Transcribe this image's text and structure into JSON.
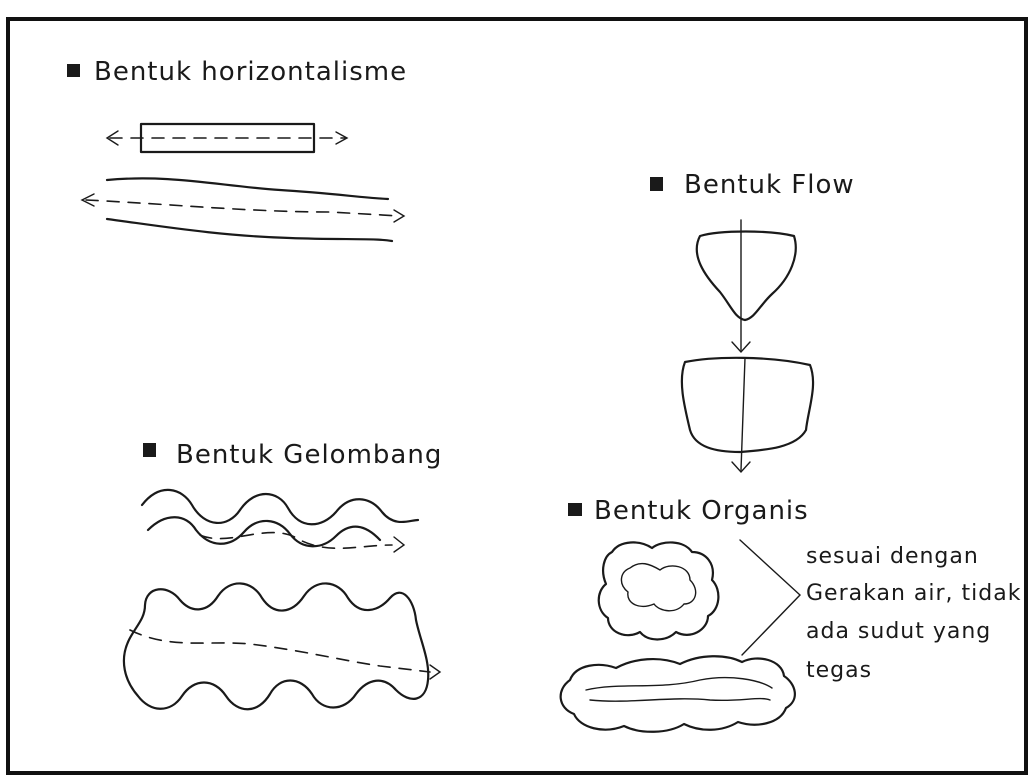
{
  "sections": {
    "horizontalisme": {
      "label": "Bentuk horizontalisme"
    },
    "flow": {
      "label": "Bentuk Flow"
    },
    "gelombang": {
      "label": "Bentuk Gelombang"
    },
    "organis": {
      "label": "Bentuk Organis",
      "note_lines": [
        "sesuai dengan",
        "Gerakan air, tidak",
        "ada sudut yang",
        "tegas"
      ]
    }
  },
  "colors": {
    "ink": "#1a1a1a",
    "paper": "#ffffff",
    "frame": "#111111"
  },
  "icons": {
    "bullet": "filled-square-bullet"
  }
}
